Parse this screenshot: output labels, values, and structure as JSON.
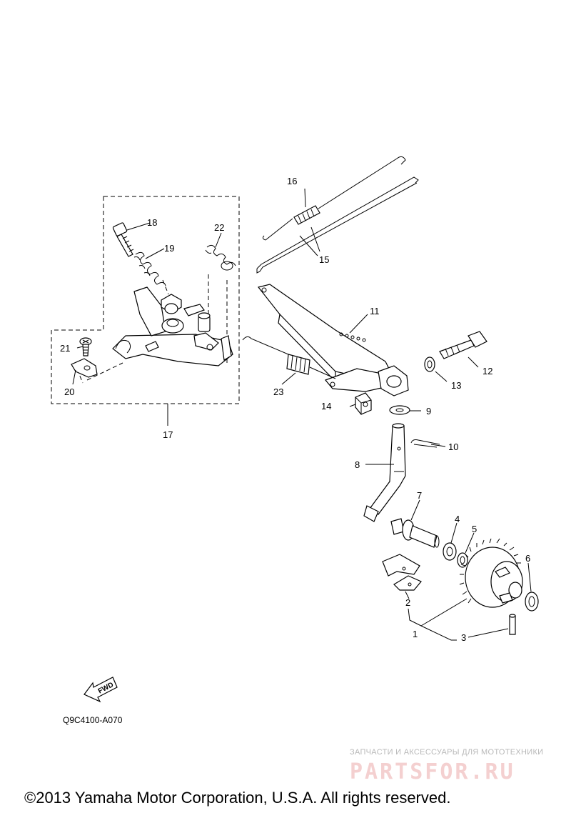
{
  "diagram": {
    "callouts": [
      "1",
      "2",
      "3",
      "4",
      "5",
      "6",
      "7",
      "8",
      "9",
      "10",
      "11",
      "12",
      "13",
      "14",
      "15",
      "16",
      "17",
      "18",
      "19",
      "20",
      "21",
      "22",
      "23"
    ],
    "drawing_code": "Q9C4100-A070",
    "fwd_label": "FWD",
    "copyright": "©2013 Yamaha Motor Corporation, U.S.A. All rights reserved."
  },
  "watermark": {
    "tagline": "ЗАПЧАСТИ И АКСЕССУАРЫ ДЛЯ МОТОТЕХНИКИ",
    "logo": "PARTSFOR.RU"
  }
}
